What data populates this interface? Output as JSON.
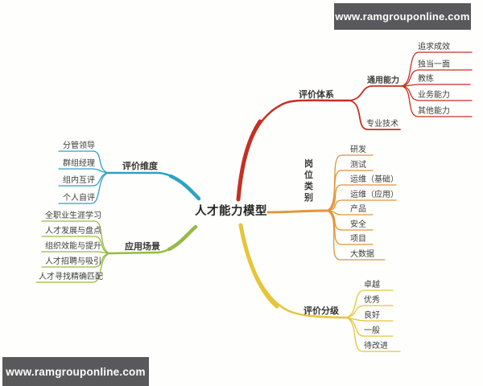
{
  "watermark": {
    "text": "www.ramgrouponline.com"
  },
  "mindmap": {
    "central_topic": "人才能力模型",
    "branches": [
      {
        "label": "评价体系",
        "color": "#c53024",
        "children": [
          {
            "label": "通用能力",
            "children": [
              {
                "label": "追求成效"
              },
              {
                "label": "独当一面"
              },
              {
                "label": "教练"
              },
              {
                "label": "业务能力"
              },
              {
                "label": "其他能力"
              }
            ]
          },
          {
            "label": "专业技术"
          }
        ]
      },
      {
        "label": "岗位类别",
        "color": "#e2943a",
        "children": [
          {
            "label": "研发"
          },
          {
            "label": "测试"
          },
          {
            "label": "运维（基础）"
          },
          {
            "label": "运维（应用）"
          },
          {
            "label": "产品"
          },
          {
            "label": "安全"
          },
          {
            "label": "项目"
          },
          {
            "label": "大数据"
          }
        ]
      },
      {
        "label": "评价分级",
        "color": "#e6c53b",
        "children": [
          {
            "label": "卓越"
          },
          {
            "label": "优秀"
          },
          {
            "label": "良好"
          },
          {
            "label": "一般"
          },
          {
            "label": "待改进"
          }
        ]
      },
      {
        "label": "评价维度",
        "color": "#2ba3c2",
        "children": [
          {
            "label": "分管领导"
          },
          {
            "label": "群组经理"
          },
          {
            "label": "组内互评"
          },
          {
            "label": "个人自评"
          }
        ]
      },
      {
        "label": "应用场景",
        "color": "#96ba44",
        "children": [
          {
            "label": "全职业生涯学习"
          },
          {
            "label": "人才发展与盘点"
          },
          {
            "label": "组织效能与提升"
          },
          {
            "label": "人才招聘与吸引"
          },
          {
            "label": "人才寻找精确匹配"
          }
        ]
      }
    ]
  }
}
